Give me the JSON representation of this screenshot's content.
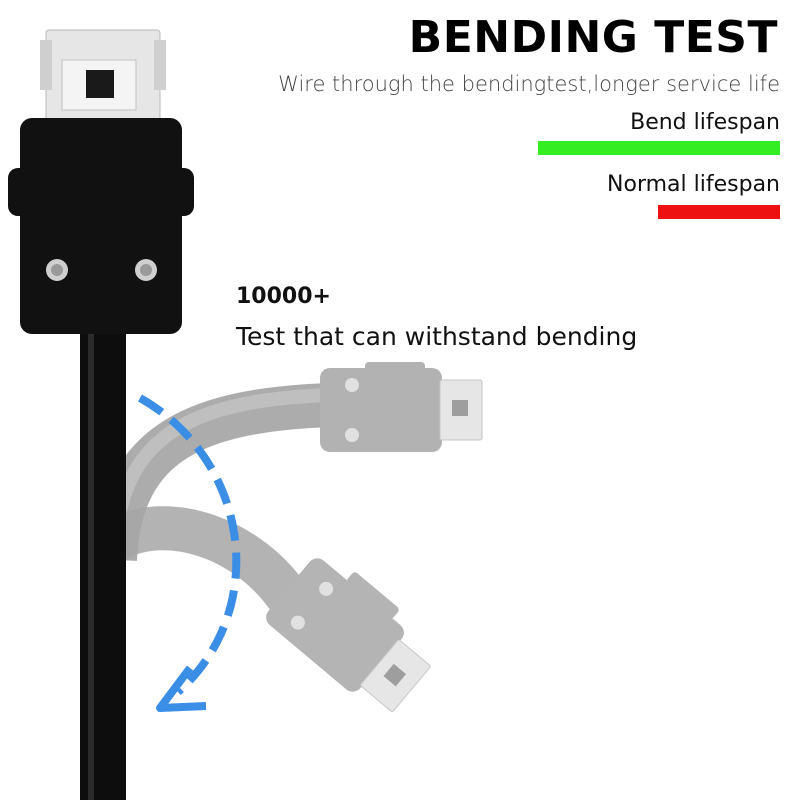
{
  "header": {
    "title": "BENDING TEST",
    "subtitle": "Wire through the bendingtest,longer service life"
  },
  "legend": {
    "bend_label": "Bend lifespan",
    "bend_color": "#33ee22",
    "normal_label": "Normal lifespan",
    "normal_color": "#ee1111"
  },
  "annotation": {
    "count": "10000+",
    "caption": "Test that can withstand bending"
  },
  "colors": {
    "cable": "#0d0d0d",
    "ghost_cable": "#a9a9a9",
    "arrow": "#3a8ee6"
  },
  "icons": [
    "usb-connector-icon",
    "bend-arrow-icon"
  ]
}
